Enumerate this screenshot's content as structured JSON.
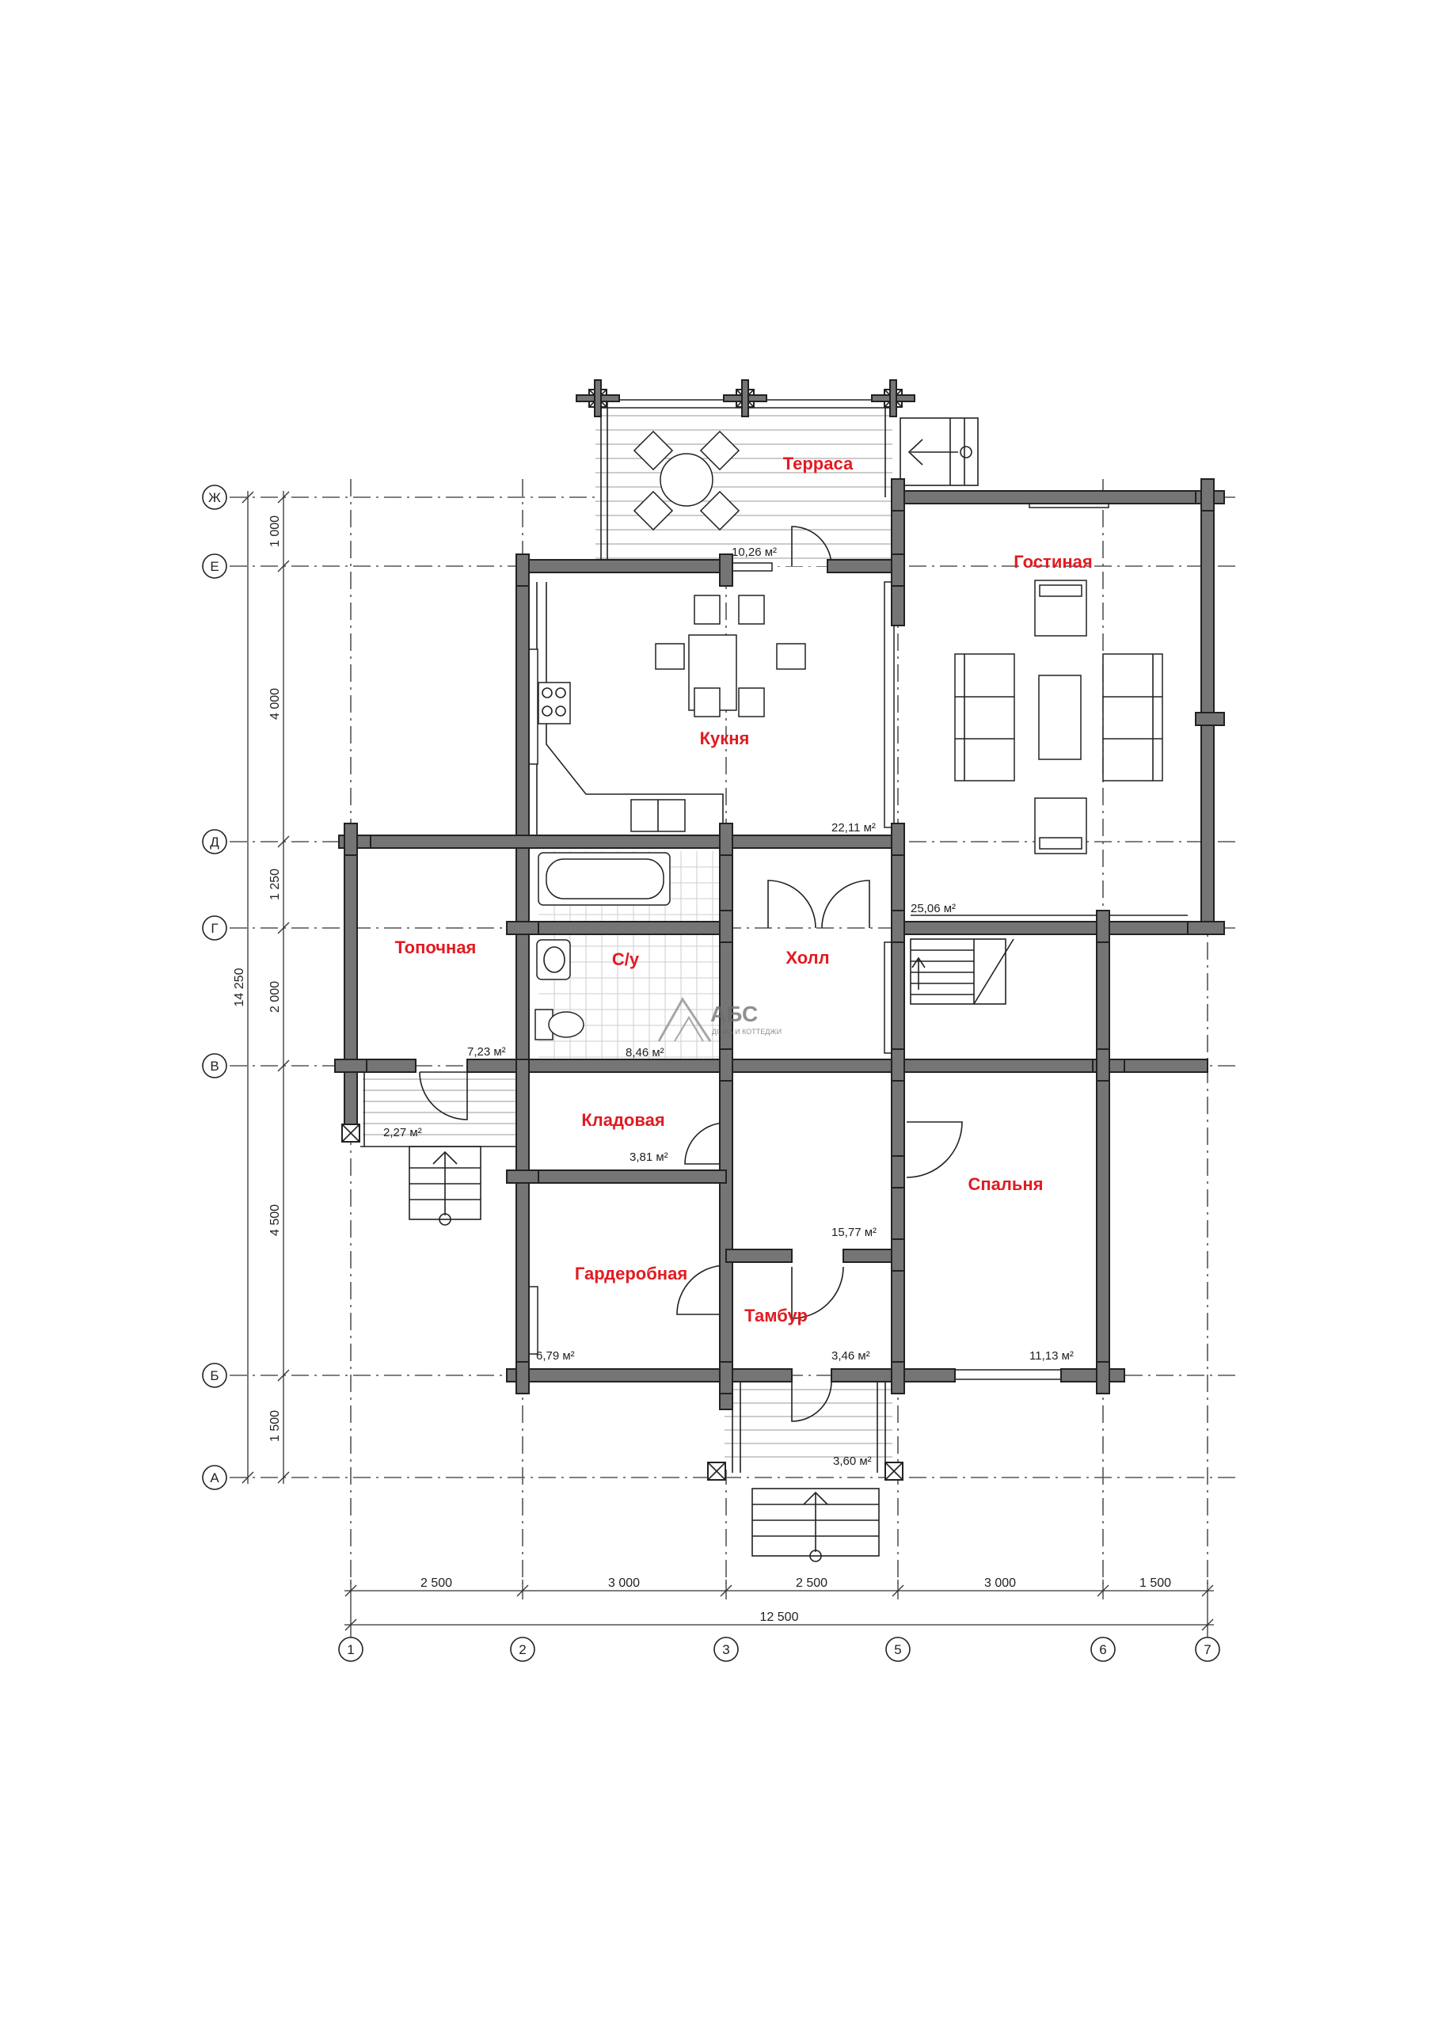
{
  "rooms": {
    "terrace": {
      "name": "Терраса",
      "area": "10,26 м²"
    },
    "living": {
      "name": "Гостиная",
      "area": "25,06 м²"
    },
    "kitchen": {
      "name": "Кукня",
      "area": "22,11 м²"
    },
    "boiler": {
      "name": "Топочная",
      "area": "7,23 м²"
    },
    "bathroom": {
      "name": "С/у",
      "area": "8,46 м²"
    },
    "hall": {
      "name": "Холл",
      "area": "15,77 м²"
    },
    "storage": {
      "name": "Кладовая",
      "area": "3,81 м²"
    },
    "bedroom": {
      "name": "Спальня",
      "area": "11,13 м²"
    },
    "wardrobe": {
      "name": "Гардеробная",
      "area": "6,79 м²"
    },
    "vestibule": {
      "name": "Тамбур",
      "area": "3,46 м²"
    },
    "side_porch": {
      "area": "2,27 м²"
    },
    "front_porch": {
      "area": "3,60 м²"
    }
  },
  "axes": {
    "rows": [
      "Ж",
      "Е",
      "Д",
      "Г",
      "В",
      "Б",
      "А"
    ],
    "cols": [
      "1",
      "2",
      "3",
      "5",
      "6",
      "7"
    ]
  },
  "dimensions": {
    "vertical": [
      "1 000",
      "4 000",
      "1 250",
      "2 000",
      "4 500",
      "1 500"
    ],
    "vertical_total": "14 250",
    "horizontal": [
      "2 500",
      "3 000",
      "2 500",
      "3 000",
      "1 500"
    ],
    "horizontal_total": "12 500"
  },
  "logo": {
    "title": "АБС",
    "subtitle": "ДОМА И КОТТЕДЖИ"
  }
}
